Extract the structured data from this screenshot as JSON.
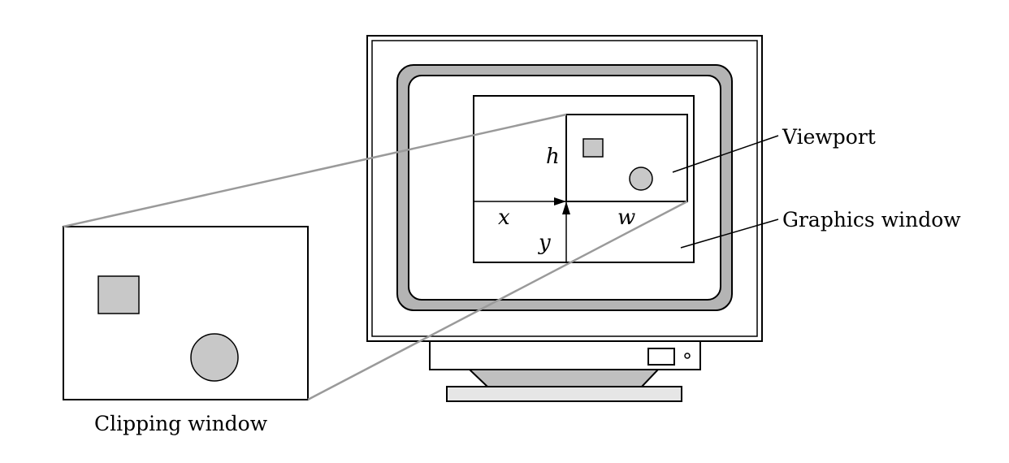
{
  "labels": {
    "viewport": "Viewport",
    "graphics_window": "Graphics window",
    "clipping_window": "Clipping window"
  },
  "variables": {
    "x": "x",
    "y": "y",
    "w": "w",
    "h": "h"
  },
  "colors": {
    "stroke": "#000000",
    "shape_fill": "#c8c8c8",
    "bezel_fill": "#b4b4b4",
    "projection_line": "#9a9a9a",
    "stand_fill": "#c0c0c0"
  }
}
